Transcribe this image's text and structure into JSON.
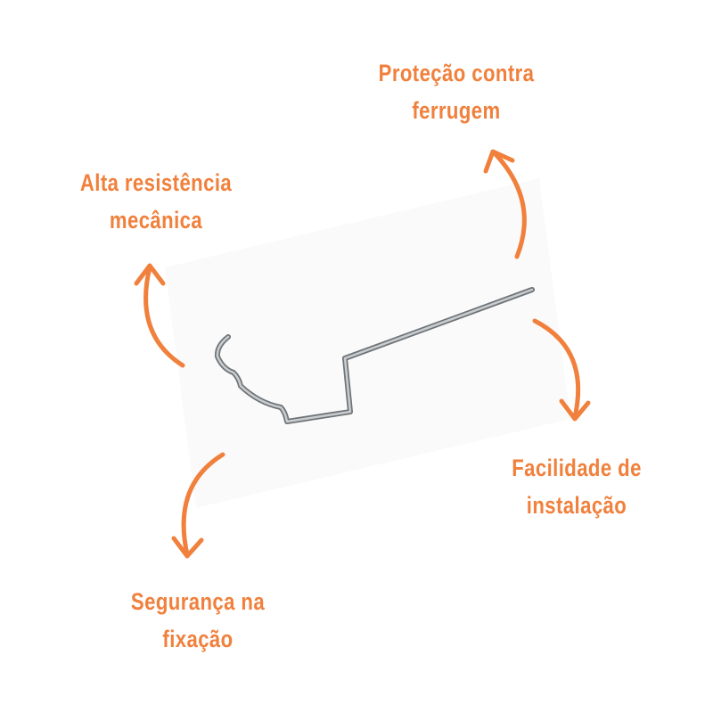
{
  "accent_color": "#f0803c",
  "features": [
    {
      "line1": "Proteção contra",
      "line2": "ferrugem"
    },
    {
      "line1": "Alta resistência",
      "line2": "mecânica"
    },
    {
      "line1": "Facilidade de",
      "line2": "instalação"
    },
    {
      "line1": "Segurança na",
      "line2": "fixação"
    }
  ]
}
